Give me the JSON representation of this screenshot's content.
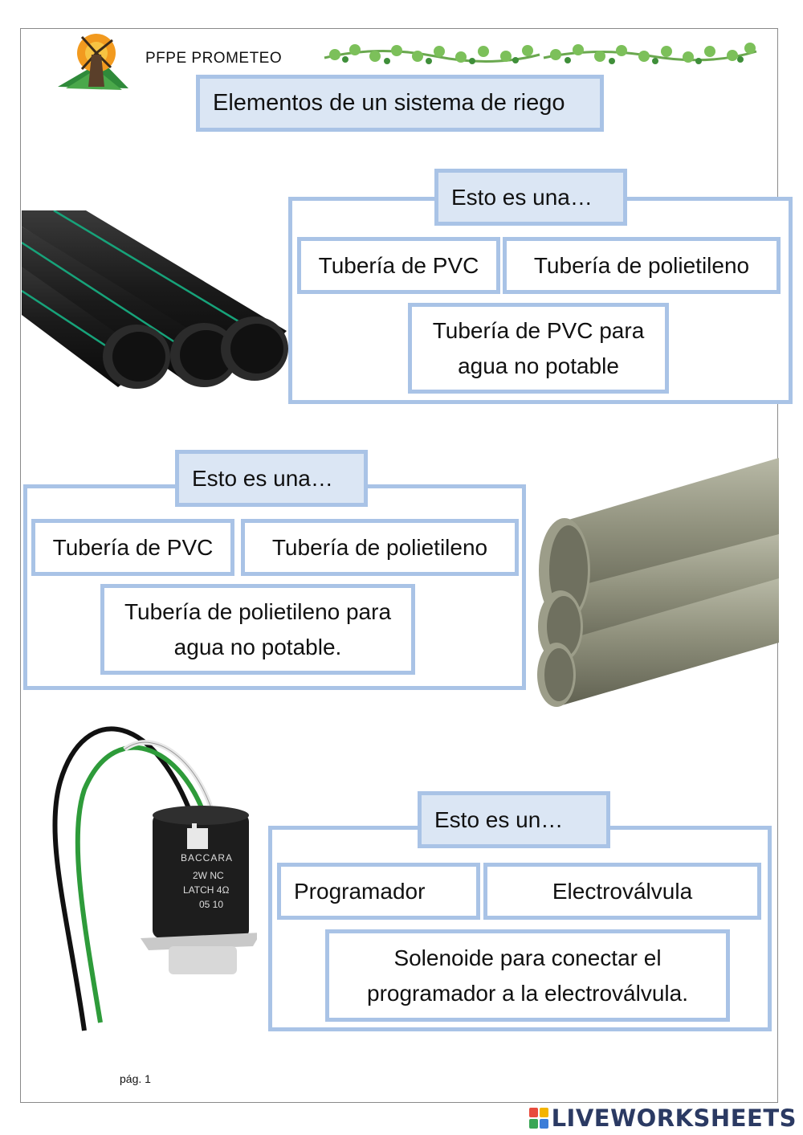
{
  "header": {
    "school": "PFPE PROMETEO",
    "title": "Elementos de un sistema de riego"
  },
  "sections": [
    {
      "prompt": "Esto es una…",
      "options": [
        "Tubería de PVC",
        "Tubería de polietileno",
        "Tubería de PVC para agua no potable"
      ]
    },
    {
      "prompt": "Esto es una…",
      "options": [
        "Tubería de PVC",
        "Tubería de polietileno",
        "Tubería de polietileno para agua no potable."
      ]
    },
    {
      "prompt": "Esto es un…",
      "options": [
        "Programador",
        "Electroválvula",
        "Solenoide para conectar el programador a la electroválvula."
      ]
    }
  ],
  "images": {
    "solenoid_brand": "BACCARA",
    "solenoid_line1": "2W NC",
    "solenoid_line2": "LATCH 4Ω",
    "solenoid_line3": "05 10"
  },
  "footer": {
    "page": "pág. 1",
    "watermark": "LIVEWORKSHEETS"
  }
}
